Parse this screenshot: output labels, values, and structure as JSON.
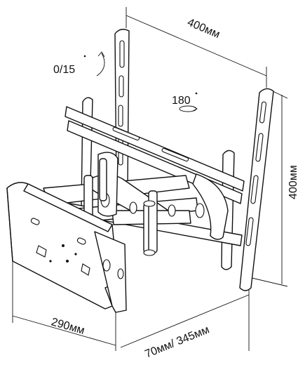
{
  "labels": {
    "top_width": "400мм",
    "right_height": "400мм",
    "bottom_width": "290мм",
    "depth": "70мм/ 345мм",
    "tilt": "0/15",
    "rotate": "180"
  }
}
